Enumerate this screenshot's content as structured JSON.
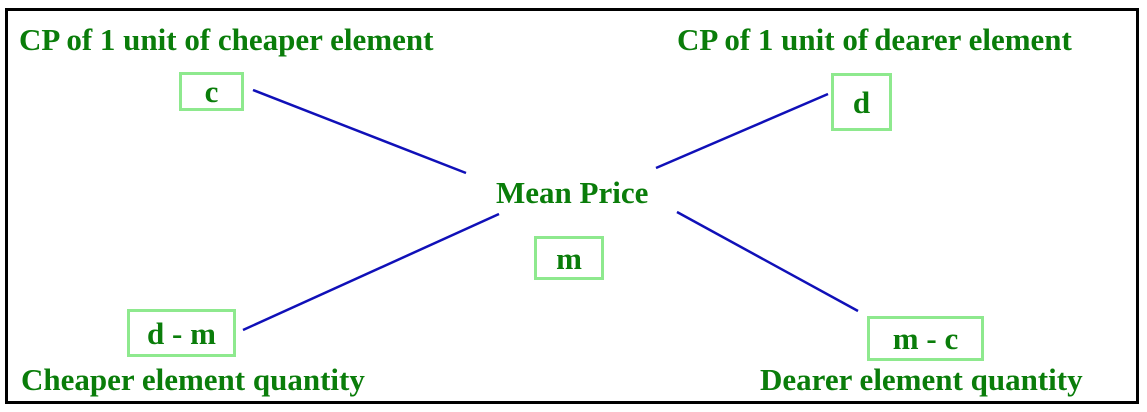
{
  "labels": {
    "cheaper_cp": "CP of 1 unit of cheaper element",
    "dearer_cp_part1": "CP of 1 unit of",
    "dearer_cp_part2": "dearer element",
    "mean_price": "Mean Price",
    "cheaper_qty": "Cheaper element quantity",
    "dearer_qty": "Dearer element quantity"
  },
  "boxes": {
    "c": "c",
    "d": "d",
    "m": "m",
    "d_minus_m": "d - m",
    "m_minus_c": "m - c"
  },
  "colors": {
    "text": "#0a7d0a",
    "box_border": "#8ee98e",
    "connector": "#1010b8",
    "frame": "#000000"
  }
}
